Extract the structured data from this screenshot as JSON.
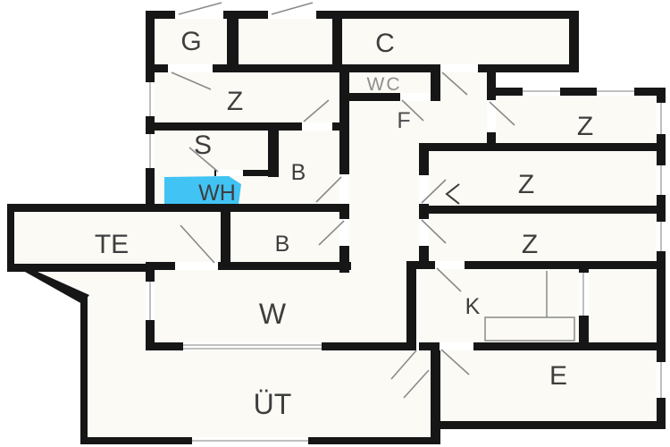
{
  "app": {
    "type": "floor-plan"
  },
  "plan": {
    "wall_color": "#161616",
    "floor_color": "#fbfaf5",
    "highlight_color": "#41c3f3",
    "highlighted_room": "WH",
    "rooms": [
      {
        "id": "g",
        "label": "G"
      },
      {
        "id": "c",
        "label": "C"
      },
      {
        "id": "z-top-left",
        "label": "Z"
      },
      {
        "id": "wc",
        "label": "WC"
      },
      {
        "id": "f",
        "label": "F"
      },
      {
        "id": "z-top-right",
        "label": "Z"
      },
      {
        "id": "s",
        "label": "S"
      },
      {
        "id": "b-upper",
        "label": "B"
      },
      {
        "id": "z-middle-right",
        "label": "Z"
      },
      {
        "id": "wh",
        "label": "WH"
      },
      {
        "id": "te",
        "label": "TE"
      },
      {
        "id": "b-lower",
        "label": "B"
      },
      {
        "id": "z-lower-right",
        "label": "Z"
      },
      {
        "id": "w",
        "label": "W"
      },
      {
        "id": "k",
        "label": "K"
      },
      {
        "id": "e",
        "label": "E"
      },
      {
        "id": "uet",
        "label": "ÜT"
      }
    ]
  }
}
